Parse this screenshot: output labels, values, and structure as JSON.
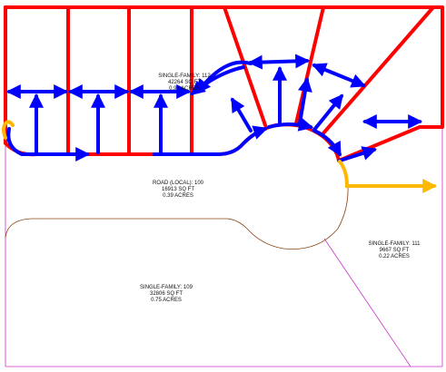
{
  "parcels": {
    "p112": {
      "name": "SINGLE-FAMILY: 112",
      "area": "42264 SQ FT",
      "acres": "0.97 ACRES"
    },
    "road": {
      "name": "ROAD (LOCAL): 100",
      "area": "16913 SQ FT",
      "acres": "0.39 ACRES"
    },
    "p111": {
      "name": "SINGLE-FAMILY: 111",
      "area": "9667 SQ FT",
      "acres": "0.22 ACRES"
    },
    "p109": {
      "name": "SINGLE-FAMILY: 109",
      "area": "32806 SQ FT",
      "acres": "0.75 ACRES"
    }
  },
  "colors": {
    "lot_line": "#ff0000",
    "flow_arrow": "#0000ff",
    "highlight_arrow": "#ffb800",
    "road_edge": "#8b4513",
    "parcel_boundary": "#cc33cc"
  }
}
